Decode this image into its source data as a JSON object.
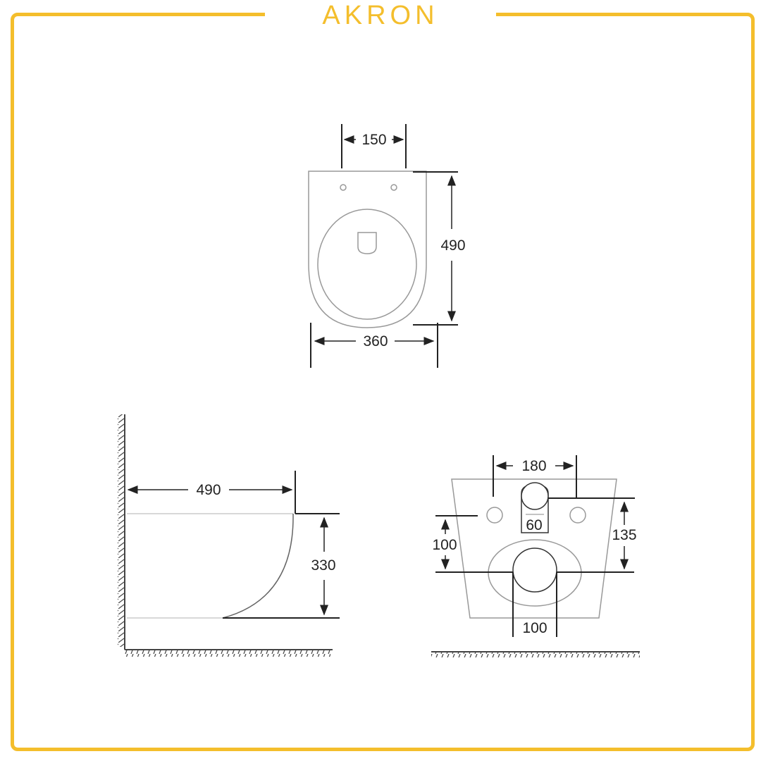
{
  "brand": {
    "name": "AKRON",
    "color": "#F4BE2C"
  },
  "frame": {
    "border_color": "#F4BE2C"
  },
  "top_view": {
    "dimensions": {
      "hinge_spacing": "150",
      "length": "490",
      "width": "360"
    }
  },
  "side_view": {
    "dimensions": {
      "depth": "490",
      "height": "330"
    }
  },
  "rear_view": {
    "dimensions": {
      "bolt_spacing": "180",
      "inlet_width": "60",
      "outlet_height": "100",
      "bolt_height": "135",
      "outlet_diameter": "100"
    }
  }
}
